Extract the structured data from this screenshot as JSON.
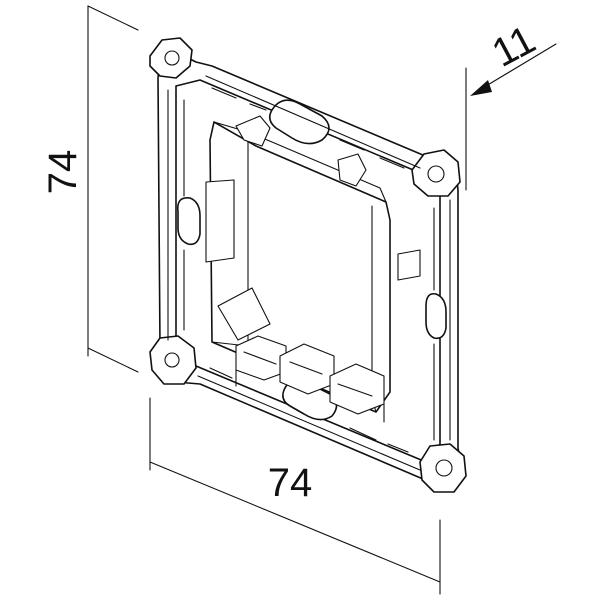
{
  "dimensions": {
    "height_label": "74",
    "width_label": "74",
    "depth_label": "11"
  },
  "colors": {
    "line": "#111111",
    "background": "#ffffff"
  }
}
